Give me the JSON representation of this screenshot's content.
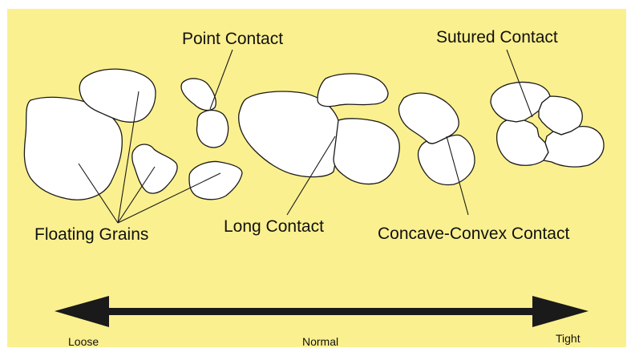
{
  "labels": {
    "floating": "Floating Grains",
    "point": "Point Contact",
    "long": "Long Contact",
    "sutured": "Sutured Contact",
    "concave": "Concave-Convex Contact"
  },
  "scale": {
    "left": "Loose",
    "middle": "Normal",
    "right": "Tight"
  },
  "colors": {
    "background": "#fbf08f",
    "grain_fill": "#ffffff",
    "outline": "#1a1a1a"
  }
}
